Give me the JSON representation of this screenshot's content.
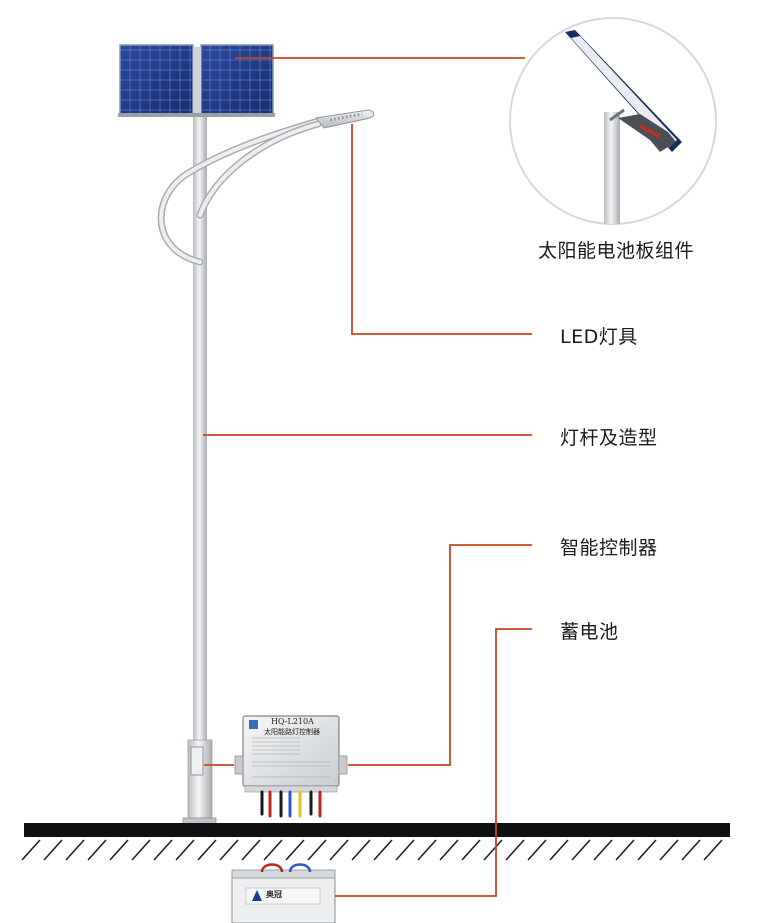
{
  "colors": {
    "leader_line": "#c8461c",
    "ground": "#111111",
    "pole": "#d9dcdf",
    "panel": "#1f3c8a"
  },
  "labels": {
    "solar_panel": "太阳能电池板组件",
    "led_lamp": "LED灯具",
    "pole": "灯杆及造型",
    "controller": "智能控制器",
    "battery": "蓄电池"
  },
  "controller": {
    "model": "HQ-L210A",
    "name": "太阳能路灯控制器"
  },
  "battery": {
    "brand": "奥冠"
  }
}
